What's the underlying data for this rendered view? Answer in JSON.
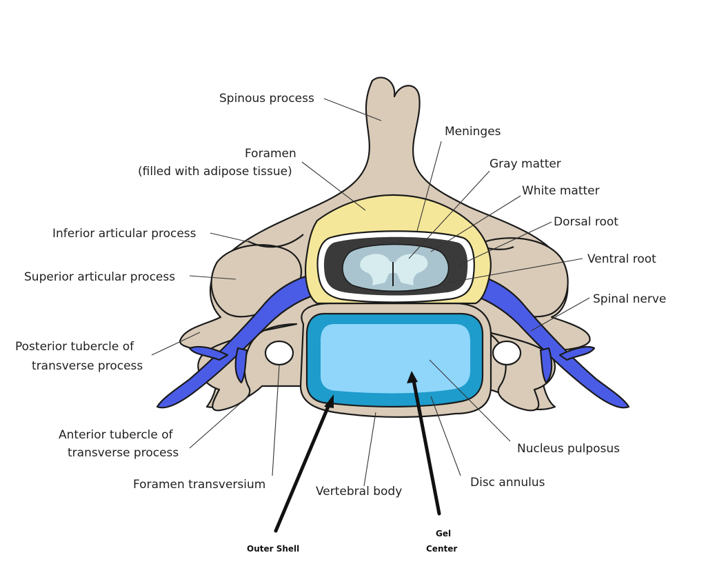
{
  "labels": {
    "spinous_process": "Spinous process",
    "foramen_line1": "Foramen",
    "foramen_line2": "(filled with adipose tissue)",
    "meninges": "Meninges",
    "gray_matter": "Gray matter",
    "white_matter": "White matter",
    "dorsal_root": "Dorsal root",
    "ventral_root": "Ventral root",
    "spinal_nerve": "Spinal nerve",
    "inferior_articular_process": "Inferior articular process",
    "superior_articular_process": "Superior articular process",
    "posterior_tubercle_line1": "Posterior tubercle of",
    "posterior_tubercle_line2": "transverse process",
    "anterior_tubercle_line1": "Anterior tubercle of",
    "anterior_tubercle_line2": "transverse process",
    "foramen_transversium": "Foramen transversium",
    "vertebral_body": "Vertebral body",
    "disc_annulus": "Disc annulus",
    "nucleus_pulposus": "Nucleus pulposus"
  },
  "annotations": {
    "outer_shell": "Outer Shell",
    "gel_line1": "Gel",
    "gel_line2": "Center"
  },
  "colors": {
    "bone": "#d9cbb8",
    "adipose": "#f5e79a",
    "nerve": "#4a5ce6",
    "disc_outer": "#1e9ccc",
    "nucleus": "#8fd6fa",
    "white_matter": "#a9c4ce",
    "gray_matter": "#d6ecef",
    "csf_dark": "#3a3a3a"
  }
}
